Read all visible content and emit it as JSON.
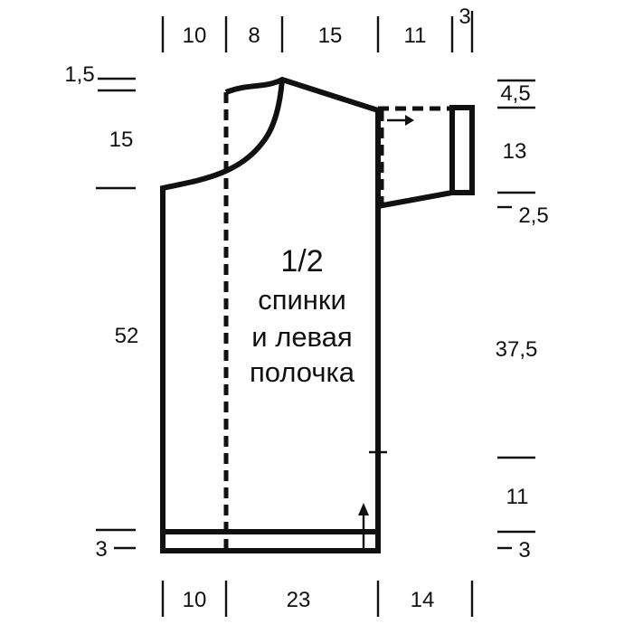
{
  "pattern_piece": {
    "title": "1/2",
    "subtitle_line1": "спинки",
    "subtitle_line2": "и левая",
    "subtitle_line3": "полочка"
  },
  "top_dimensions": [
    "10",
    "8",
    "15",
    "11",
    "3"
  ],
  "bottom_dimensions": [
    "10",
    "23",
    "14"
  ],
  "left_dimensions": [
    "1,5",
    "15",
    "52",
    "3"
  ],
  "right_dimensions": [
    "4,5",
    "13",
    "2,5",
    "37,5",
    "11",
    "3"
  ],
  "colors": {
    "line": "#111111",
    "background": "#ffffff"
  }
}
